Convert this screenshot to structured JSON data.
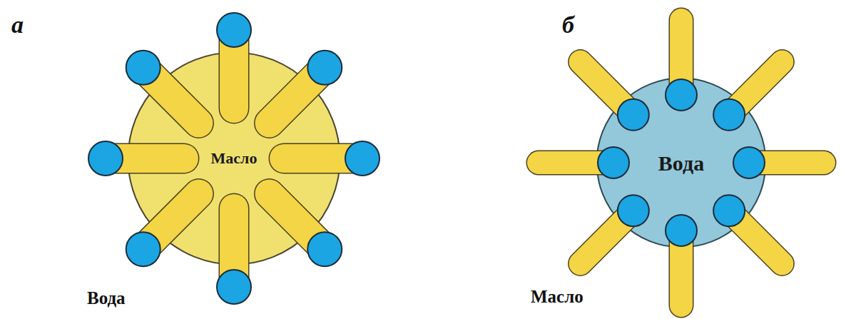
{
  "diagram": {
    "nodes": [
      {
        "text": [
          "Масло"
        ]
      },
      {
        "text": [
          "Вода"
        ]
      }
    ],
    "labels": [
      "а",
      "б",
      "Вода",
      "Масло"
    ]
  }
}
